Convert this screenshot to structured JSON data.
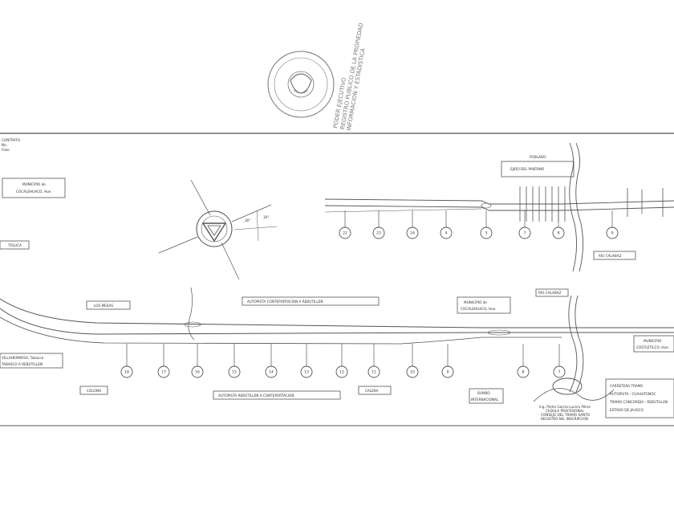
{
  "stamp": {
    "line1": "PODER EJECUTIVO",
    "line2": "REGISTRO PUBLICO DE LA PROPIEDAD",
    "line3": "INFORMACION Y ESTADISTICA"
  },
  "labels": {
    "municipio_top": [
      "MUNICIPIO de",
      "COCALEHUACO, Hue."
    ],
    "municipio_mid": [
      "MUNICIPIO de",
      "COCALEHUACO, Hue."
    ],
    "municipio_right": [
      "MUNICIPIO",
      "COSTLETILCO, Hue."
    ],
    "poblado": [
      "POBLADO",
      "EJIDO DEL PANTANO"
    ],
    "autopista_top": "AUTOPISTA CONTEPORTACION A REBUTILLEN",
    "autopista_bottom": "AUTOPISTA REBUTILLEN A CONTEPORTACION",
    "los_mesas": "LOS MESAS",
    "rio_top": "RIO CALABAZ",
    "rio_right": "RIO CALABAZ",
    "left_label": "TOLUCA",
    "left_bottom": [
      "VILLAHERMOSA, Tabasco",
      "TABASCO A REBUTILLEN"
    ],
    "small_left": "COLONO",
    "small_mid": "CALERA",
    "small_right": [
      "RUMBO",
      "INTERNACIONAL"
    ],
    "right_block": [
      "CARRETERA TRAMO",
      "AUTOPISTA - CUAUHTEMOC",
      "TRAMO CONCORDIA - REBUTILLEN",
      "ESTADO DE JALISCO"
    ],
    "signature": [
      "Ing. Pedro García Lucero Pérez",
      "CEDULA PROFESIONAL",
      "CONSEJO DEL TRAMO SANTO",
      "REGISTRO NO. INSCRIPCION"
    ],
    "header_left": [
      "CONTRATO",
      "No.",
      "Folio"
    ],
    "angle1": "30°",
    "angle2": "30°"
  },
  "markers_top": [
    "22",
    "23",
    "24",
    "4",
    "5",
    "7",
    "8",
    "9"
  ],
  "markers_bottom": [
    "18",
    "17",
    "16",
    "15",
    "14",
    "13",
    "12",
    "11",
    "10",
    "9",
    "8",
    "7"
  ]
}
